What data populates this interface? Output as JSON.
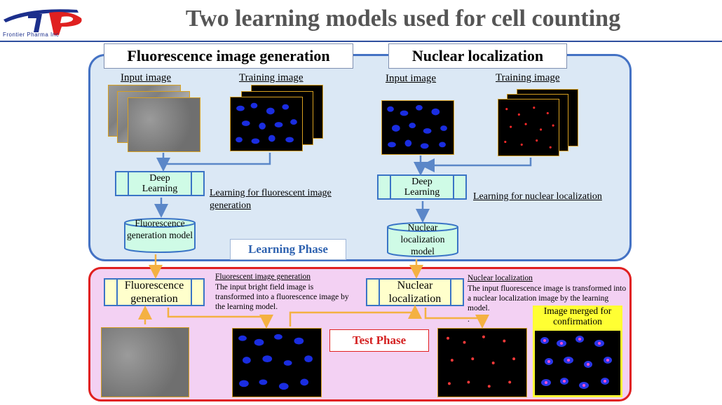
{
  "header": {
    "company": "Frontier Pharma Inc",
    "title": "Two learning models used for cell counting"
  },
  "learning": {
    "left_section": "Fluorescence image generation",
    "right_section": "Nuclear localization",
    "left_input_label": "Input image",
    "left_training_label": "Training image",
    "right_input_label": "Input image",
    "right_training_label": "Training image",
    "left_deep_learning": "Deep\nLearning",
    "right_deep_learning": "Deep\nLearning",
    "left_learning_caption": "Learning for fluorescent image generation",
    "right_learning_caption": "Learning for nuclear localization",
    "left_model": "Fluorescence generation model",
    "right_model": "Nuclear localization model",
    "phase_label": "Learning Phase"
  },
  "test": {
    "left_box": "Fluorescence generation",
    "right_box": "Nuclear localization",
    "left_desc_title": "Fluorescent image generation",
    "left_desc": "The input bright field image is transformed into a fluorescence image by the learning model.",
    "right_desc_title": "Nuclear localization",
    "right_desc": "The input fluorescence image is transformed into a nuclear localization image by the learning model.",
    "dot": ".",
    "phase_label": "Test Phase",
    "merged_label": "Image merged for confirmation"
  },
  "colors": {
    "learn_border": "#4472c4",
    "learn_fill": "#dbe8f5",
    "test_border": "#e02020",
    "test_fill": "#f3d1f3",
    "arrow_blue": "#5b87c8",
    "arrow_orange": "#f4b142",
    "learning_phase_text": "#2e62b0",
    "test_phase_text": "#d42020"
  }
}
